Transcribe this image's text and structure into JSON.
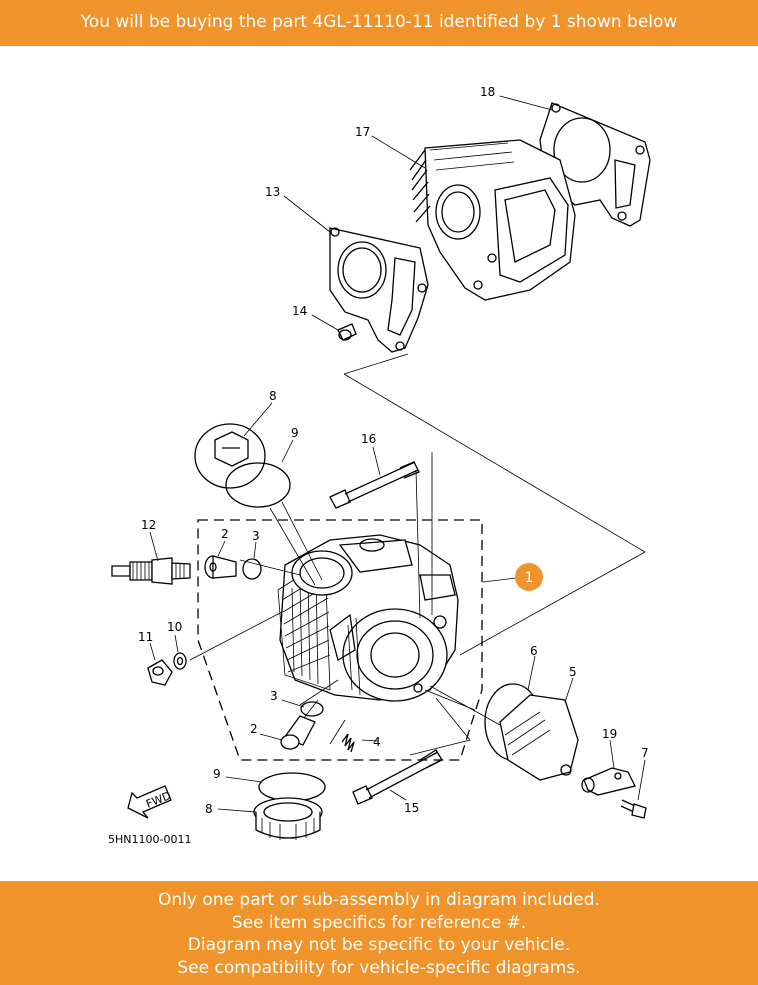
{
  "header": {
    "text": "You will be buying the part 4GL-11110-11 identified by 1 shown below"
  },
  "diagram": {
    "code": "5HN1100-0011",
    "fwd": "FWD",
    "highlight_label": "1",
    "labels": {
      "l1": "18",
      "l2": "17",
      "l3": "13",
      "l4": "14",
      "l5": "8",
      "l6": "9",
      "l7": "16",
      "l8": "12",
      "l9": "2",
      "l10": "3",
      "l11": "11",
      "l12": "10",
      "l13": "6",
      "l14": "5",
      "l15": "3",
      "l16": "2",
      "l17": "4",
      "l18": "19",
      "l19": "7",
      "l20": "9",
      "l21": "15",
      "l22": "8"
    }
  },
  "footer": {
    "lines": [
      "Only one part or sub-assembly in diagram included.",
      "See item specifics for reference #.",
      "Diagram may not be specific to your vehicle.",
      "See compatibility for vehicle-specific diagrams."
    ]
  },
  "colors": {
    "accent": "#f0932b",
    "text_on_accent": "#ffffff"
  }
}
